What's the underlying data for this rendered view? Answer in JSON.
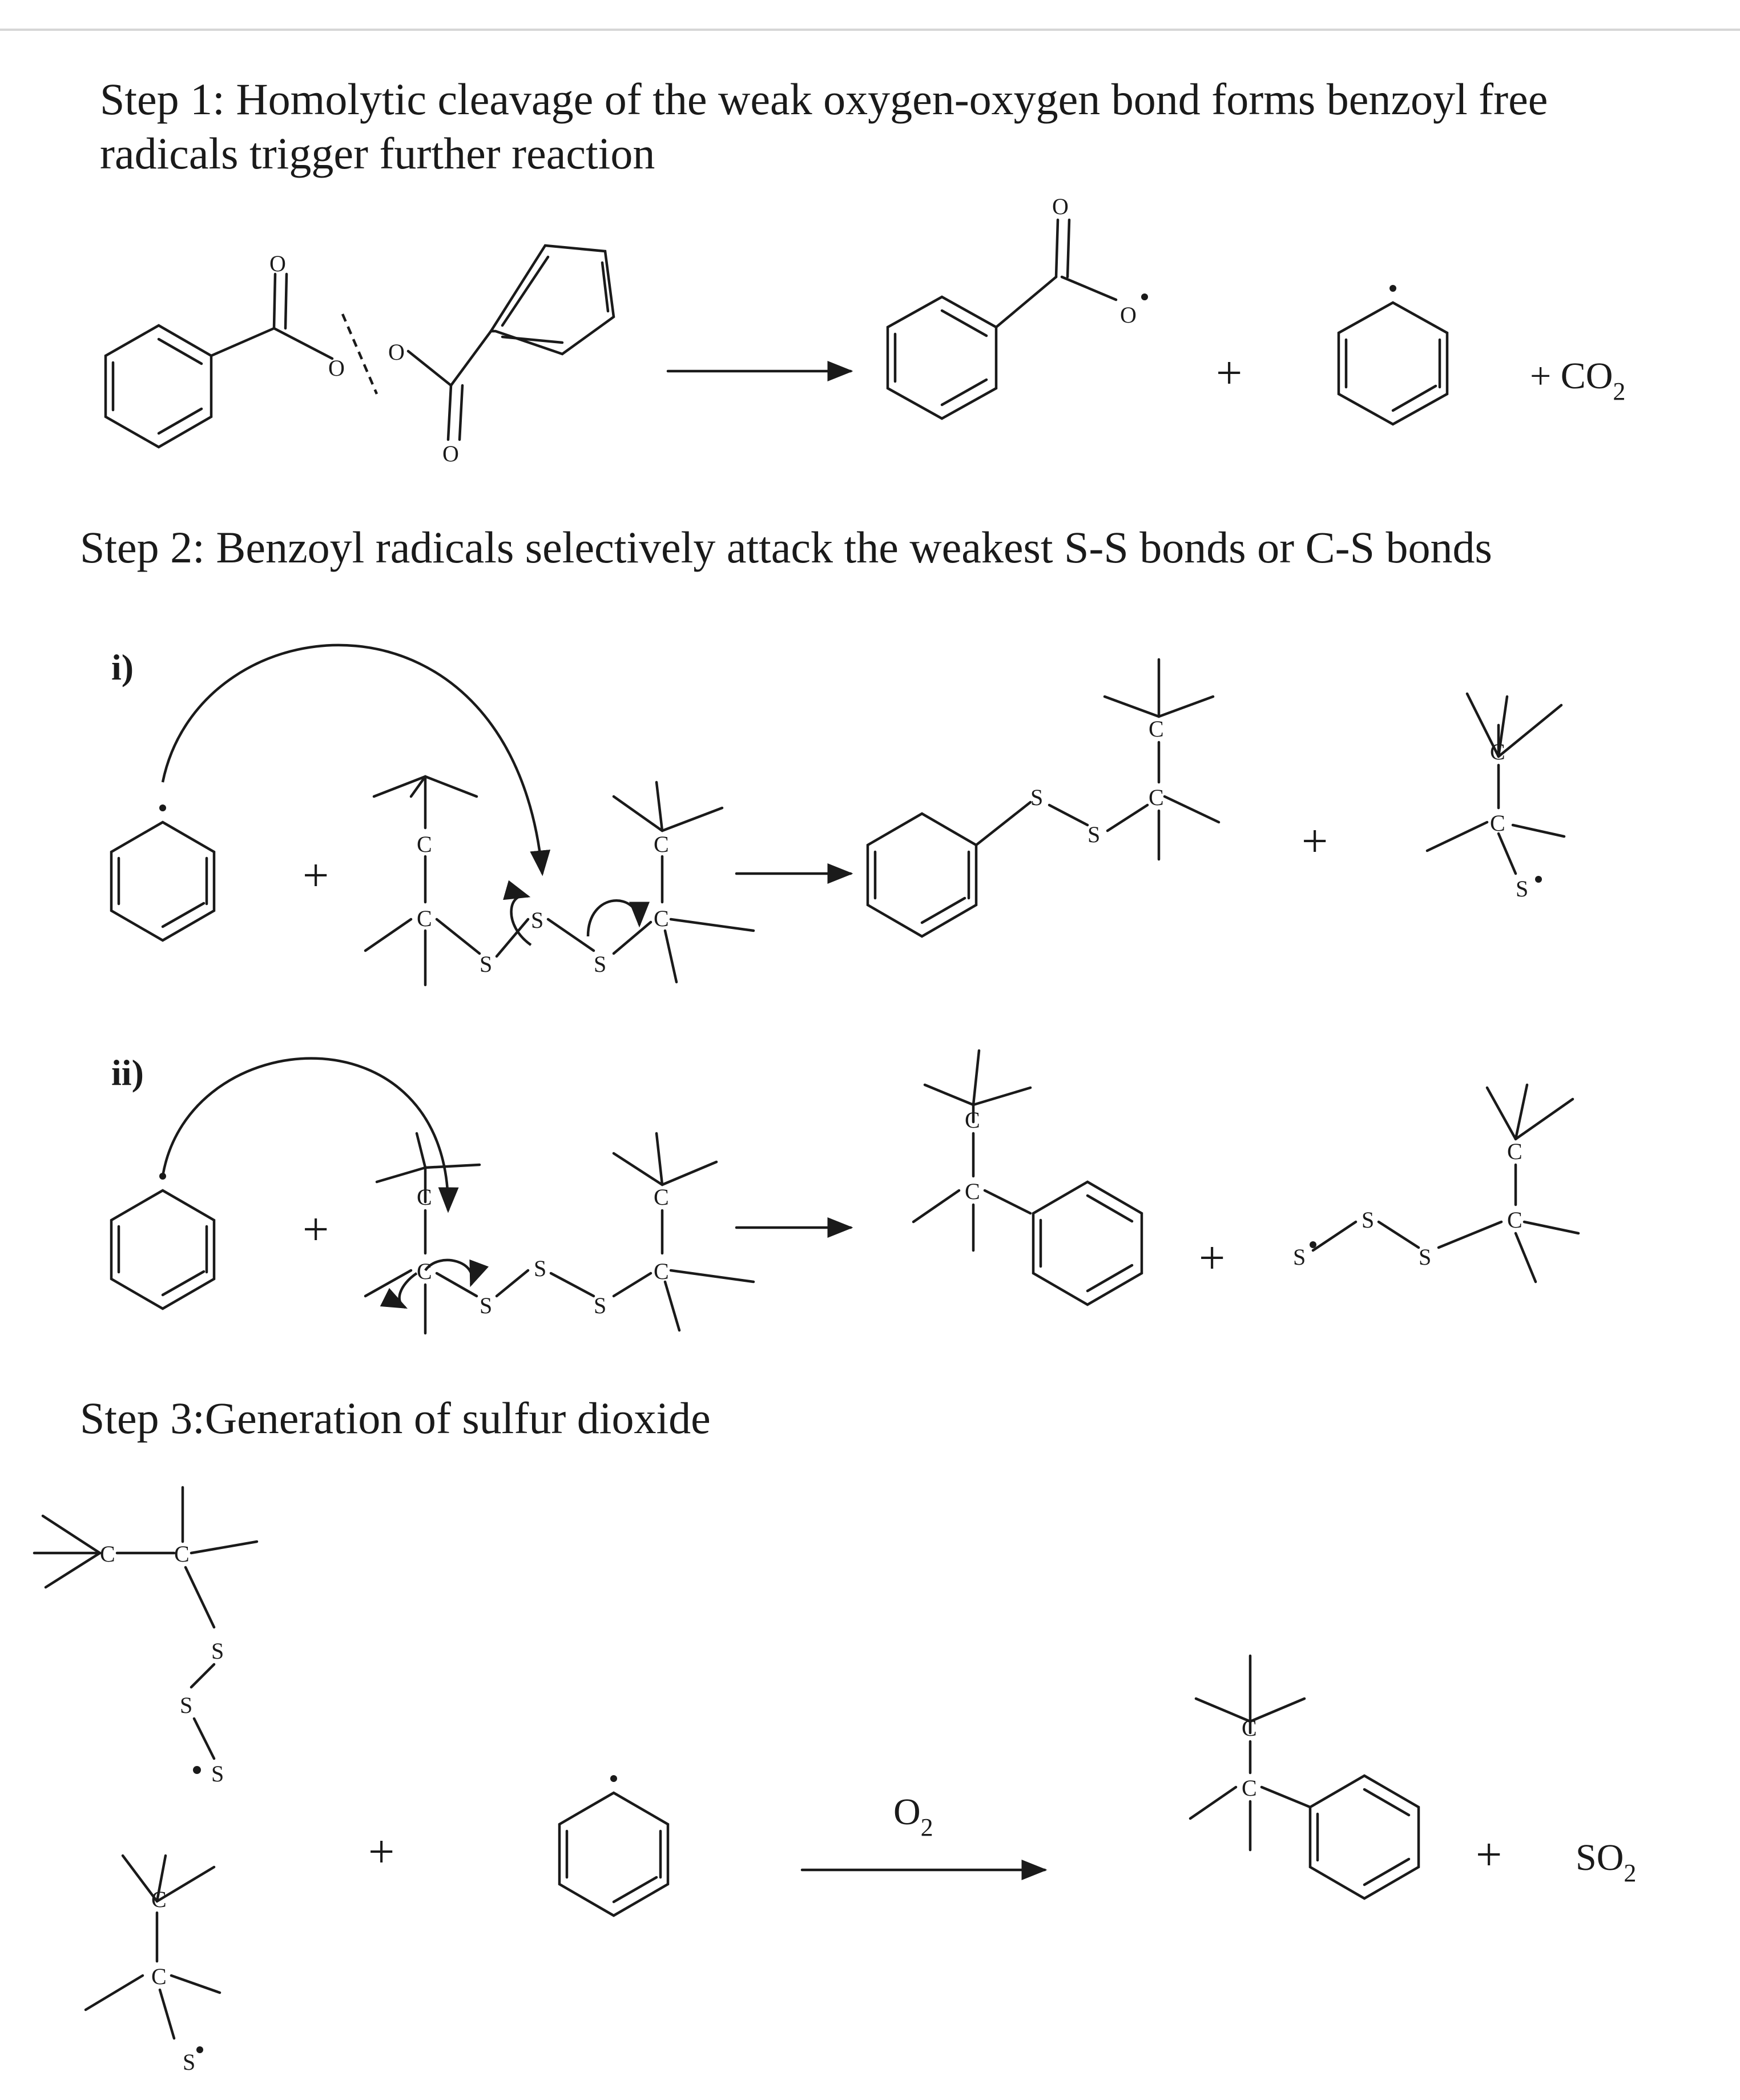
{
  "steps": [
    {
      "heading_line1": "Step 1: Homolytic cleavage of the weak oxygen-oxygen bond forms benzoyl free",
      "heading_line2": "radicals trigger further reaction",
      "product_co2": "+ CO",
      "co2_subscript": "2"
    },
    {
      "heading": "Step 2: Benzoyl radicals selectively attack the weakest S-S bonds or C-S bonds",
      "label_i": "i)",
      "label_ii": "ii)"
    },
    {
      "heading": "Step 3:Generation of sulfur dioxide",
      "reagent": "O",
      "reagent_subscript": "2",
      "product_so2": "SO",
      "so2_subscript": "2"
    }
  ],
  "atoms": {
    "oxygen": "O",
    "carbon": "C",
    "sulfur": "S"
  },
  "symbols": {
    "plus": "+"
  },
  "colors": {
    "ink": "#1a1a1a",
    "background": "#ffffff",
    "separator": "#d6d6d6"
  }
}
